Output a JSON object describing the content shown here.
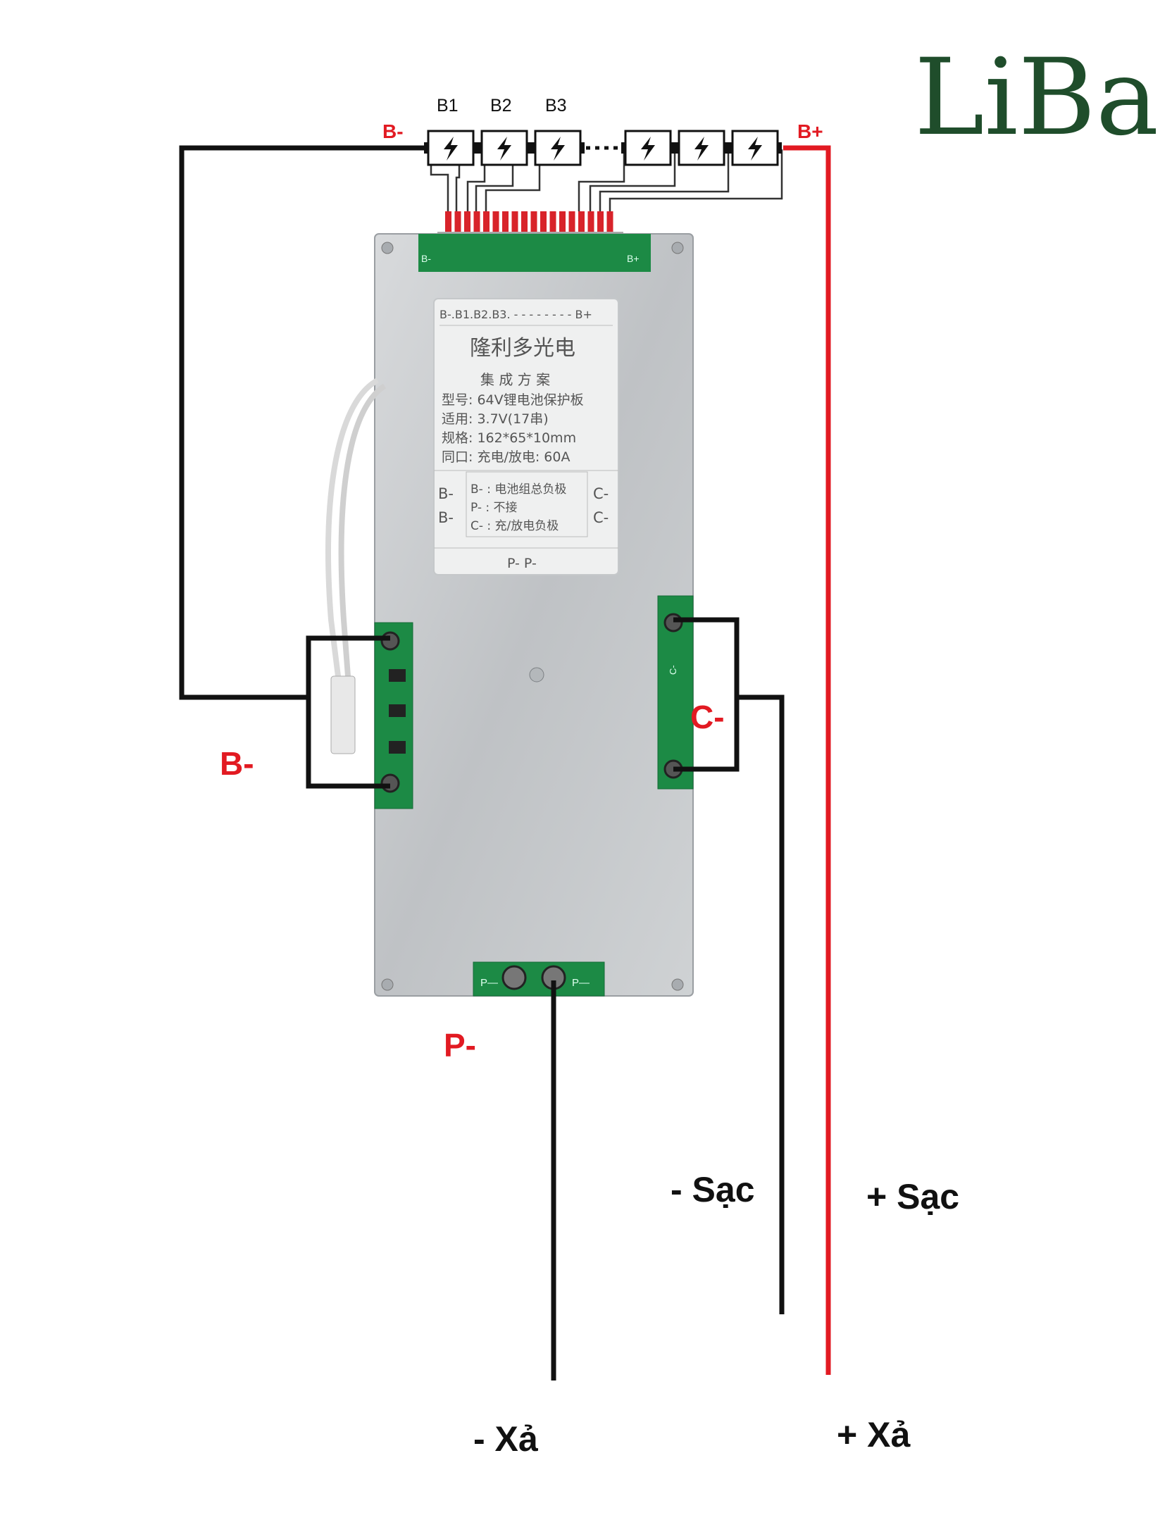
{
  "brand": {
    "logo": "LiBa",
    "color": "#1f4d2b"
  },
  "colors": {
    "positive": "#e21a22",
    "negative": "#111111",
    "pcb": "#1c8a45",
    "board": "#c9ccce"
  },
  "cells": {
    "labels": [
      "B1",
      "B2",
      "B3"
    ],
    "count_drawn": 6,
    "icon": "lightning-icon"
  },
  "terminals": {
    "b_minus_top": "B-",
    "b_plus_top": "B+",
    "b_minus_side": "B-",
    "c_minus": "C-",
    "p_minus": "P-"
  },
  "connector": {
    "left": "B-",
    "right": "B+"
  },
  "sticker": {
    "header": "B-.B1.B2.B3. - - - - - - - - B+",
    "title": "隆利多光电",
    "subtitle": "集 成 方 案",
    "lines": [
      "型号: 64V锂电池保护板",
      "适用: 3.7V(17串)",
      "规格: 162*65*10mm",
      "同口: 充电/放电: 60A"
    ],
    "left_marks": [
      "B-",
      "B-"
    ],
    "right_marks": [
      "C-",
      "C-"
    ],
    "legend": [
      "B- : 电池组总负极",
      "P- : 不接",
      "C- : 充/放电负极"
    ],
    "footer": "P- P-"
  },
  "pads": {
    "p_left": "P—",
    "p_right": "P—",
    "c_side": "C-"
  },
  "outputs": {
    "charge_minus": "- Sạc",
    "charge_plus": "+ Sạc",
    "discharge_minus": "- Xả",
    "discharge_plus": "+ Xả"
  }
}
